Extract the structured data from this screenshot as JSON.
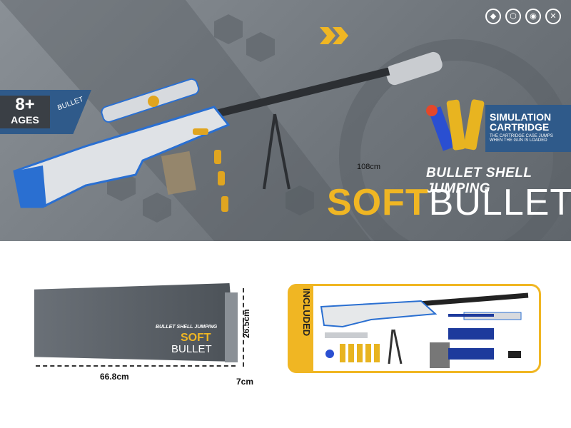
{
  "banner": {
    "age": {
      "value": "8+",
      "label": "AGES",
      "tag": "BULLET"
    },
    "length": "108cm",
    "cartridge": {
      "title1": "SIMULATION",
      "title2": "CARTRIDGE",
      "desc1": "THE CARTRIDGE CASE JUMPS",
      "desc2": "WHEN THE GUN IS LOADED"
    },
    "subtitle": "BULLET SHELL JUMPING",
    "title_soft": "SOFT",
    "title_bullet": "BULLET",
    "feature_icons": [
      "safety-icon",
      "quality-icon",
      "sound-icon",
      "durable-icon"
    ],
    "colors": {
      "accent": "#f0b623",
      "blue": "#2f5a8a",
      "gun_blue": "#2a6fd1"
    }
  },
  "box": {
    "width": "66.8cm",
    "height": "26.5cm",
    "depth": "7cm",
    "front_sub": "BULLET SHELL JUMPING",
    "front_soft": "SOFT",
    "front_bullet": "BULLET"
  },
  "included": {
    "label": "INCLUDED"
  }
}
